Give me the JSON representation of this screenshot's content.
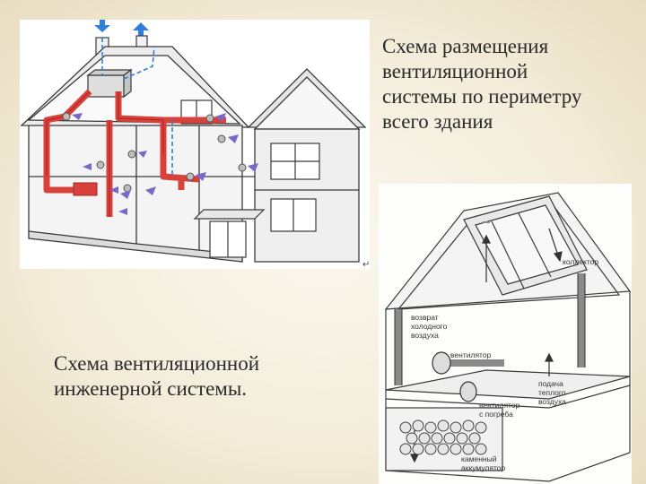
{
  "caption_top_right": "Схема размещения\nвентиляционной\nсистемы по периметру\nвсего здания",
  "caption_bottom_left": "Схема вентиляционной\nинженерной системы.",
  "solar_labels": {
    "collector": "коллектор",
    "return_1": "возврат",
    "return_2": "холодного",
    "return_3": "воздуха",
    "fan": "вентилятор",
    "supply_1": "подача",
    "supply_2": "теплого",
    "supply_3": "воздуха",
    "fan_damper_1": "вентилятор",
    "fan_damper_2": "с погреба",
    "accumulator_1": "каменный",
    "accumulator_2": "аккумулятор"
  },
  "colors": {
    "duct": "#d9413b",
    "duct_dark": "#a8231f",
    "air_arrow": "#7a68c9",
    "flow_in": "#2f7fd6",
    "line": "#3a3a3a"
  },
  "icons": [
    "arrow-down-icon",
    "arrow-up-icon",
    "return-mark-icon"
  ]
}
